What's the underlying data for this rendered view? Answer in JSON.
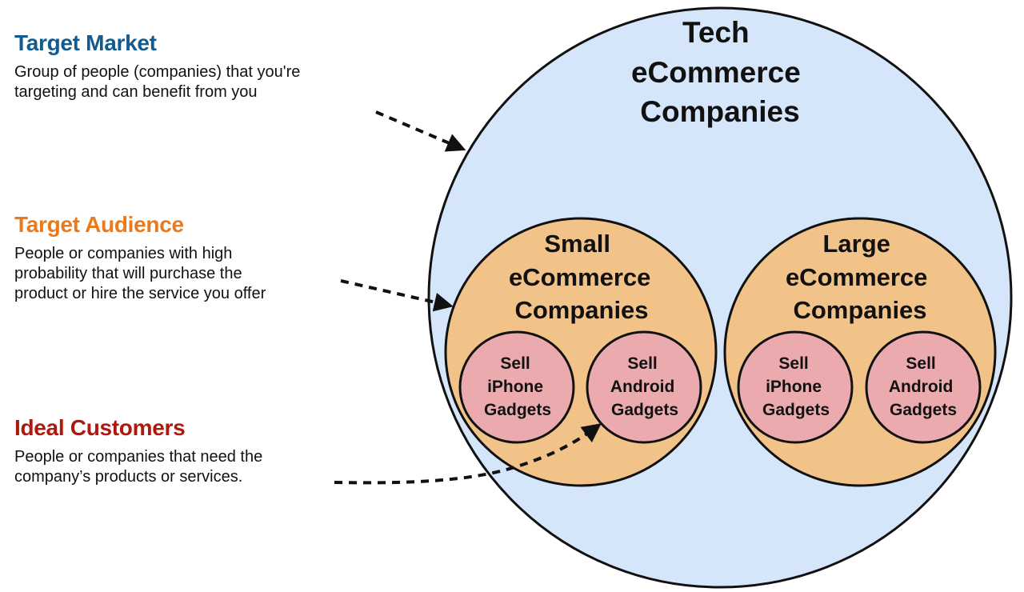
{
  "legend": {
    "target_market": {
      "title": "Target Market",
      "color": "#135a8e",
      "description_lines": [
        "Group of people (companies) that you're",
        "targeting and can benefit from you"
      ]
    },
    "target_audience": {
      "title": "Target Audience",
      "color": "#ea7a1c",
      "description_lines": [
        "People or companies with high",
        "probability that will purchase the",
        "product or hire the service you offer"
      ]
    },
    "ideal_customers": {
      "title": "Ideal Customers",
      "color": "#b0180e",
      "description_lines": [
        "People or companies that need the",
        "company’s products or services."
      ]
    }
  },
  "diagram": {
    "colors": {
      "market_fill": "#d5e6fb",
      "audience_fill": "#f2c389",
      "customer_fill": "#ebaaae",
      "stroke": "#111111"
    },
    "market": {
      "label_lines": [
        "Tech",
        "eCommerce",
        "Companies"
      ]
    },
    "segments": [
      {
        "label_lines": [
          "Small",
          "eCommerce",
          "Companies"
        ],
        "niches": [
          {
            "label_lines": [
              "Sell",
              "iPhone",
              "Gadgets"
            ]
          },
          {
            "label_lines": [
              "Sell",
              "Android",
              "Gadgets"
            ]
          }
        ]
      },
      {
        "label_lines": [
          "Large",
          "eCommerce",
          "Companies"
        ],
        "niches": [
          {
            "label_lines": [
              "Sell",
              "iPhone",
              "Gadgets"
            ]
          },
          {
            "label_lines": [
              "Sell",
              "Android",
              "Gadgets"
            ]
          }
        ]
      }
    ]
  }
}
